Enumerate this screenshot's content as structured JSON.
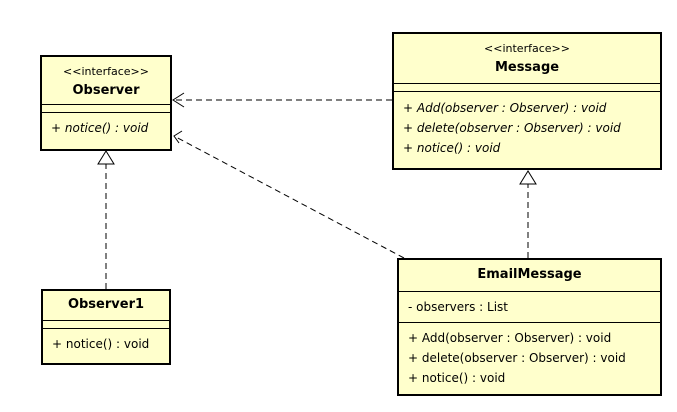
{
  "colors": {
    "class_fill": "#ffffcc",
    "line": "#000000"
  },
  "classes": {
    "observer": {
      "stereotype": "<<interface>>",
      "name": "Observer",
      "attributes": [],
      "operations": [
        "+ notice() : void"
      ]
    },
    "message": {
      "stereotype": "<<interface>>",
      "name": "Message",
      "attributes": [],
      "operations": [
        "+ Add(observer : Observer) : void",
        "+ delete(observer : Observer) : void",
        "+ notice() : void"
      ]
    },
    "observer1": {
      "name": "Observer1",
      "attributes": [],
      "operations": [
        "+ notice() : void"
      ]
    },
    "email_message": {
      "name": "EmailMessage",
      "attributes": [
        "- observers : List"
      ],
      "operations": [
        "+ Add(observer : Observer) : void",
        "+ delete(observer : Observer) : void",
        "+ notice() : void"
      ]
    }
  },
  "relationships": [
    {
      "from": "message",
      "to": "observer",
      "kind": "dependency"
    },
    {
      "from": "email_message",
      "to": "observer",
      "kind": "dependency"
    },
    {
      "from": "observer1",
      "to": "observer",
      "kind": "realization"
    },
    {
      "from": "email_message",
      "to": "message",
      "kind": "realization"
    }
  ]
}
